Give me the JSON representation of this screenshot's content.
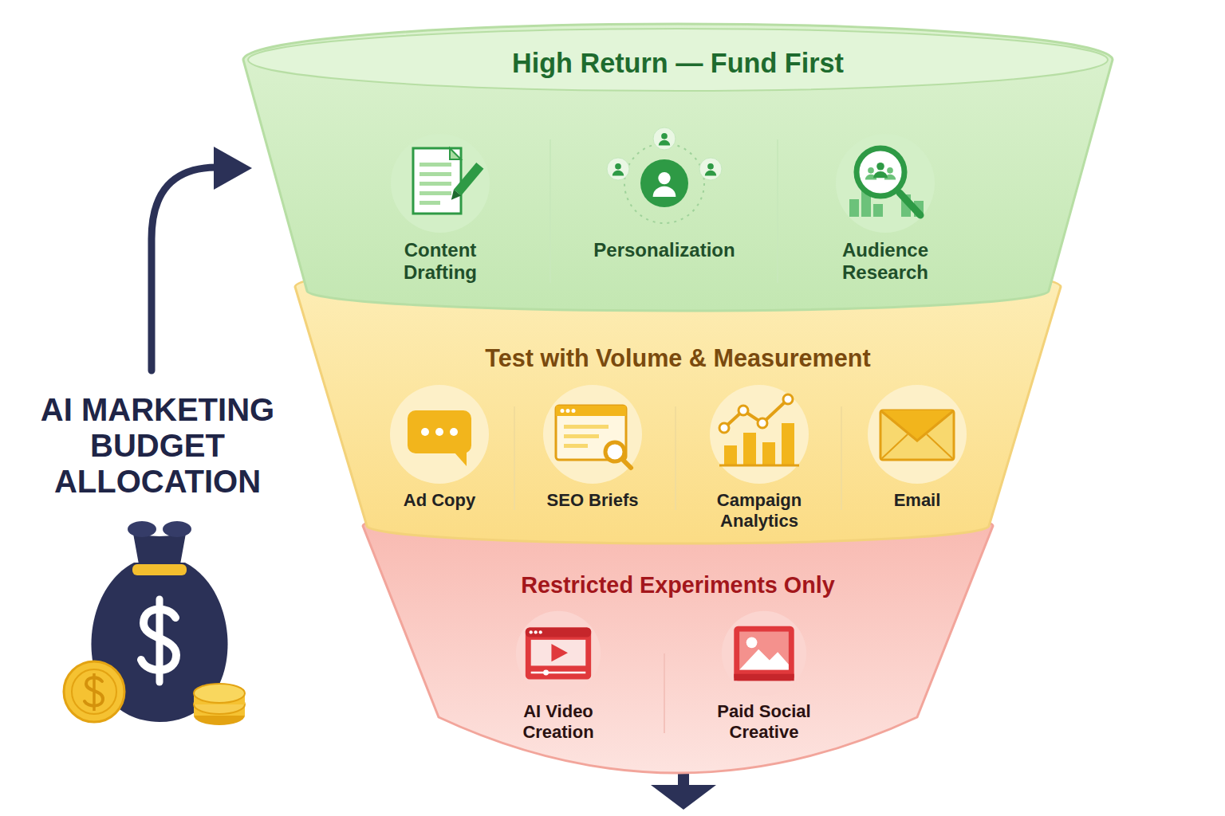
{
  "diagram": {
    "title": "AI MARKETING BUDGET ALLOCATION",
    "nodes": [
      {
        "text": [
          "High Return — Fund First"
        ]
      },
      {
        "text": [
          "Content Drafting"
        ],
        "in": 0
      },
      {
        "text": [
          "Personalization"
        ],
        "in": 0
      },
      {
        "text": [
          "Audience Research"
        ],
        "in": 0
      },
      {
        "text": [
          "Test with Volume & Measurement"
        ]
      },
      {
        "text": [
          "Ad Copy"
        ],
        "in": 4
      },
      {
        "text": [
          "SEO Briefs"
        ],
        "in": 4
      },
      {
        "text": [
          "Campaign Analytics"
        ],
        "in": 4
      },
      {
        "text": [
          "Email"
        ],
        "in": 4
      },
      {
        "text": [
          "Restricted Experiments Only"
        ]
      },
      {
        "text": [
          "AI Video Creation"
        ],
        "in": 9
      },
      {
        "text": [
          "Paid Social Creative"
        ],
        "in": 9
      }
    ]
  }
}
